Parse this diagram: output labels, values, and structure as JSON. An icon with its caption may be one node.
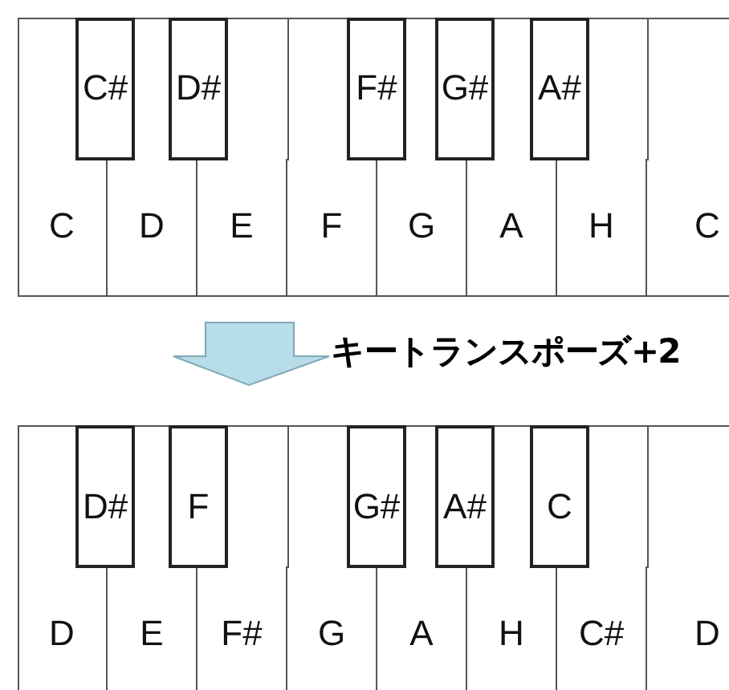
{
  "diagram": {
    "nodes": [
      {
        "text": [],
        "shape": "box"
      },
      {
        "text": [
          "C#"
        ],
        "in": 0
      },
      {
        "text": [
          "D#"
        ],
        "in": 0
      },
      {
        "text": [
          "F#"
        ],
        "in": 0
      },
      {
        "text": [
          "G#"
        ],
        "in": 0
      },
      {
        "text": [
          "A#"
        ],
        "in": 0
      },
      {
        "text": [
          "C"
        ],
        "in": 0
      },
      {
        "text": [
          "D"
        ],
        "in": 0
      },
      {
        "text": [
          "E"
        ],
        "in": 0
      },
      {
        "text": [
          "F"
        ],
        "in": 0
      },
      {
        "text": [
          "G"
        ],
        "in": 0
      },
      {
        "text": [
          "A"
        ],
        "in": 0
      },
      {
        "text": [
          "H"
        ],
        "in": 0
      },
      {
        "text": [
          "C"
        ],
        "in": 0
      },
      {
        "text": [],
        "shape": "box"
      },
      {
        "text": [
          "D#"
        ],
        "in": 14
      },
      {
        "text": [
          "F"
        ],
        "in": 14
      },
      {
        "text": [
          "G#"
        ],
        "in": 14
      },
      {
        "text": [
          "A#"
        ],
        "in": 14
      },
      {
        "text": [
          "C"
        ],
        "in": 14
      },
      {
        "text": [
          "D"
        ],
        "in": 14
      },
      {
        "text": [
          "E"
        ],
        "in": 14
      },
      {
        "text": [
          "F#"
        ],
        "in": 14
      },
      {
        "text": [
          "G"
        ],
        "in": 14
      },
      {
        "text": [
          "A"
        ],
        "in": 14
      },
      {
        "text": [
          "H"
        ],
        "in": 14
      },
      {
        "text": [
          "C#"
        ],
        "in": 14
      },
      {
        "text": [
          "D"
        ],
        "in": 14
      }
    ],
    "edges": [
      {
        "from": 0,
        "to": 14,
        "arrow": "to",
        "label": "キートランスポーズ+2"
      }
    ]
  }
}
